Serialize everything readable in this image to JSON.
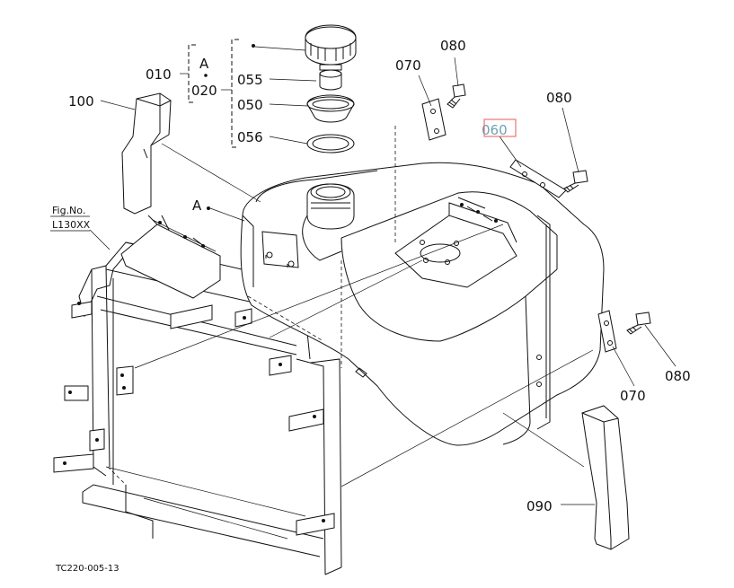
{
  "callouts": {
    "p010": "010",
    "p020": "020",
    "pA": "A",
    "pA2": "A",
    "p055": "055",
    "p050": "050",
    "p056": "056",
    "p100": "100",
    "p070a": "070",
    "p080a": "080",
    "p060": "060",
    "p080b": "080",
    "p080c": "080",
    "p070b": "070",
    "p090": "090",
    "fig_ref_1": "Fig.No.",
    "fig_ref_2": "L130XX"
  },
  "drawing_code": "TC220-005-13",
  "colors": {
    "line": "#111111",
    "highlight_text": "#6fa3b3",
    "highlight_box": "#e85a5a"
  }
}
